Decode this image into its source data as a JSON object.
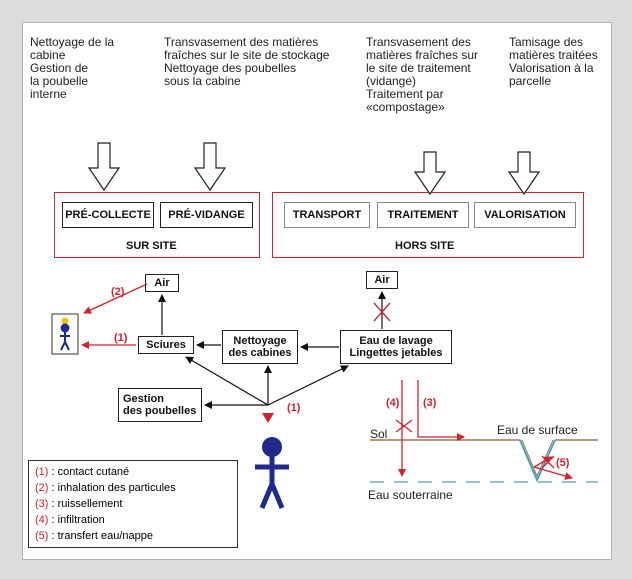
{
  "descriptions": {
    "d1": "Nettoyage de la\ncabine\nGestion de\nla poubelle\ninterne",
    "d2": "Transvasement des matières\nfraîches sur le site de stockage\nNettoyage des poubelles\nsous la cabine",
    "d3": "Transvasement des\nmatières fraîches sur\nle site de traitement\n(vidange)\nTraitement  par\n«compostage»",
    "d4": "Tamisage des\nmatières traitées\nValorisation à la\nparcelle"
  },
  "stages": {
    "pre_collecte": "PRÉ-COLLECTE",
    "pre_vidange": "PRÉ-VIDANGE",
    "transport": "TRANSPORT",
    "traitement": "TRAITEMENT",
    "valorisation": "VALORISATION"
  },
  "groups": {
    "sur_site": "SUR SITE",
    "hors_site": "HORS SITE"
  },
  "nodes": {
    "air1": "Air",
    "air2": "Air",
    "sciures": "Sciures",
    "nettoyage_l1": "Nettoyage",
    "nettoyage_l2": "des cabines",
    "eau_l1": "Eau de lavage",
    "eau_l2": "Lingettes jetables",
    "gestion_l1": "Gestion",
    "gestion_l2": "des poubelles"
  },
  "pathway_labels": {
    "p1a": "(1)",
    "p2": "(2)",
    "p1b": "(1)",
    "p4": "(4)",
    "p3": "(3)",
    "p5": "(5)"
  },
  "terrain": {
    "sol": "Sol",
    "eau_surface": "Eau de surface",
    "eau_souterraine": "Eau souterraine"
  },
  "legend": [
    {
      "num": "(1)",
      "text": " : contact cutané"
    },
    {
      "num": "(2)",
      "text": " : inhalation des particules"
    },
    {
      "num": "(3)",
      "text": " : ruissellement"
    },
    {
      "num": "(4)",
      "text": " : infiltration"
    },
    {
      "num": "(5)",
      "text": " : transfert eau/nappe"
    }
  ],
  "colors": {
    "accent_red": "#d0232f",
    "figure_blue": "#1f2a8c",
    "water_teal": "#4aa3b3"
  }
}
